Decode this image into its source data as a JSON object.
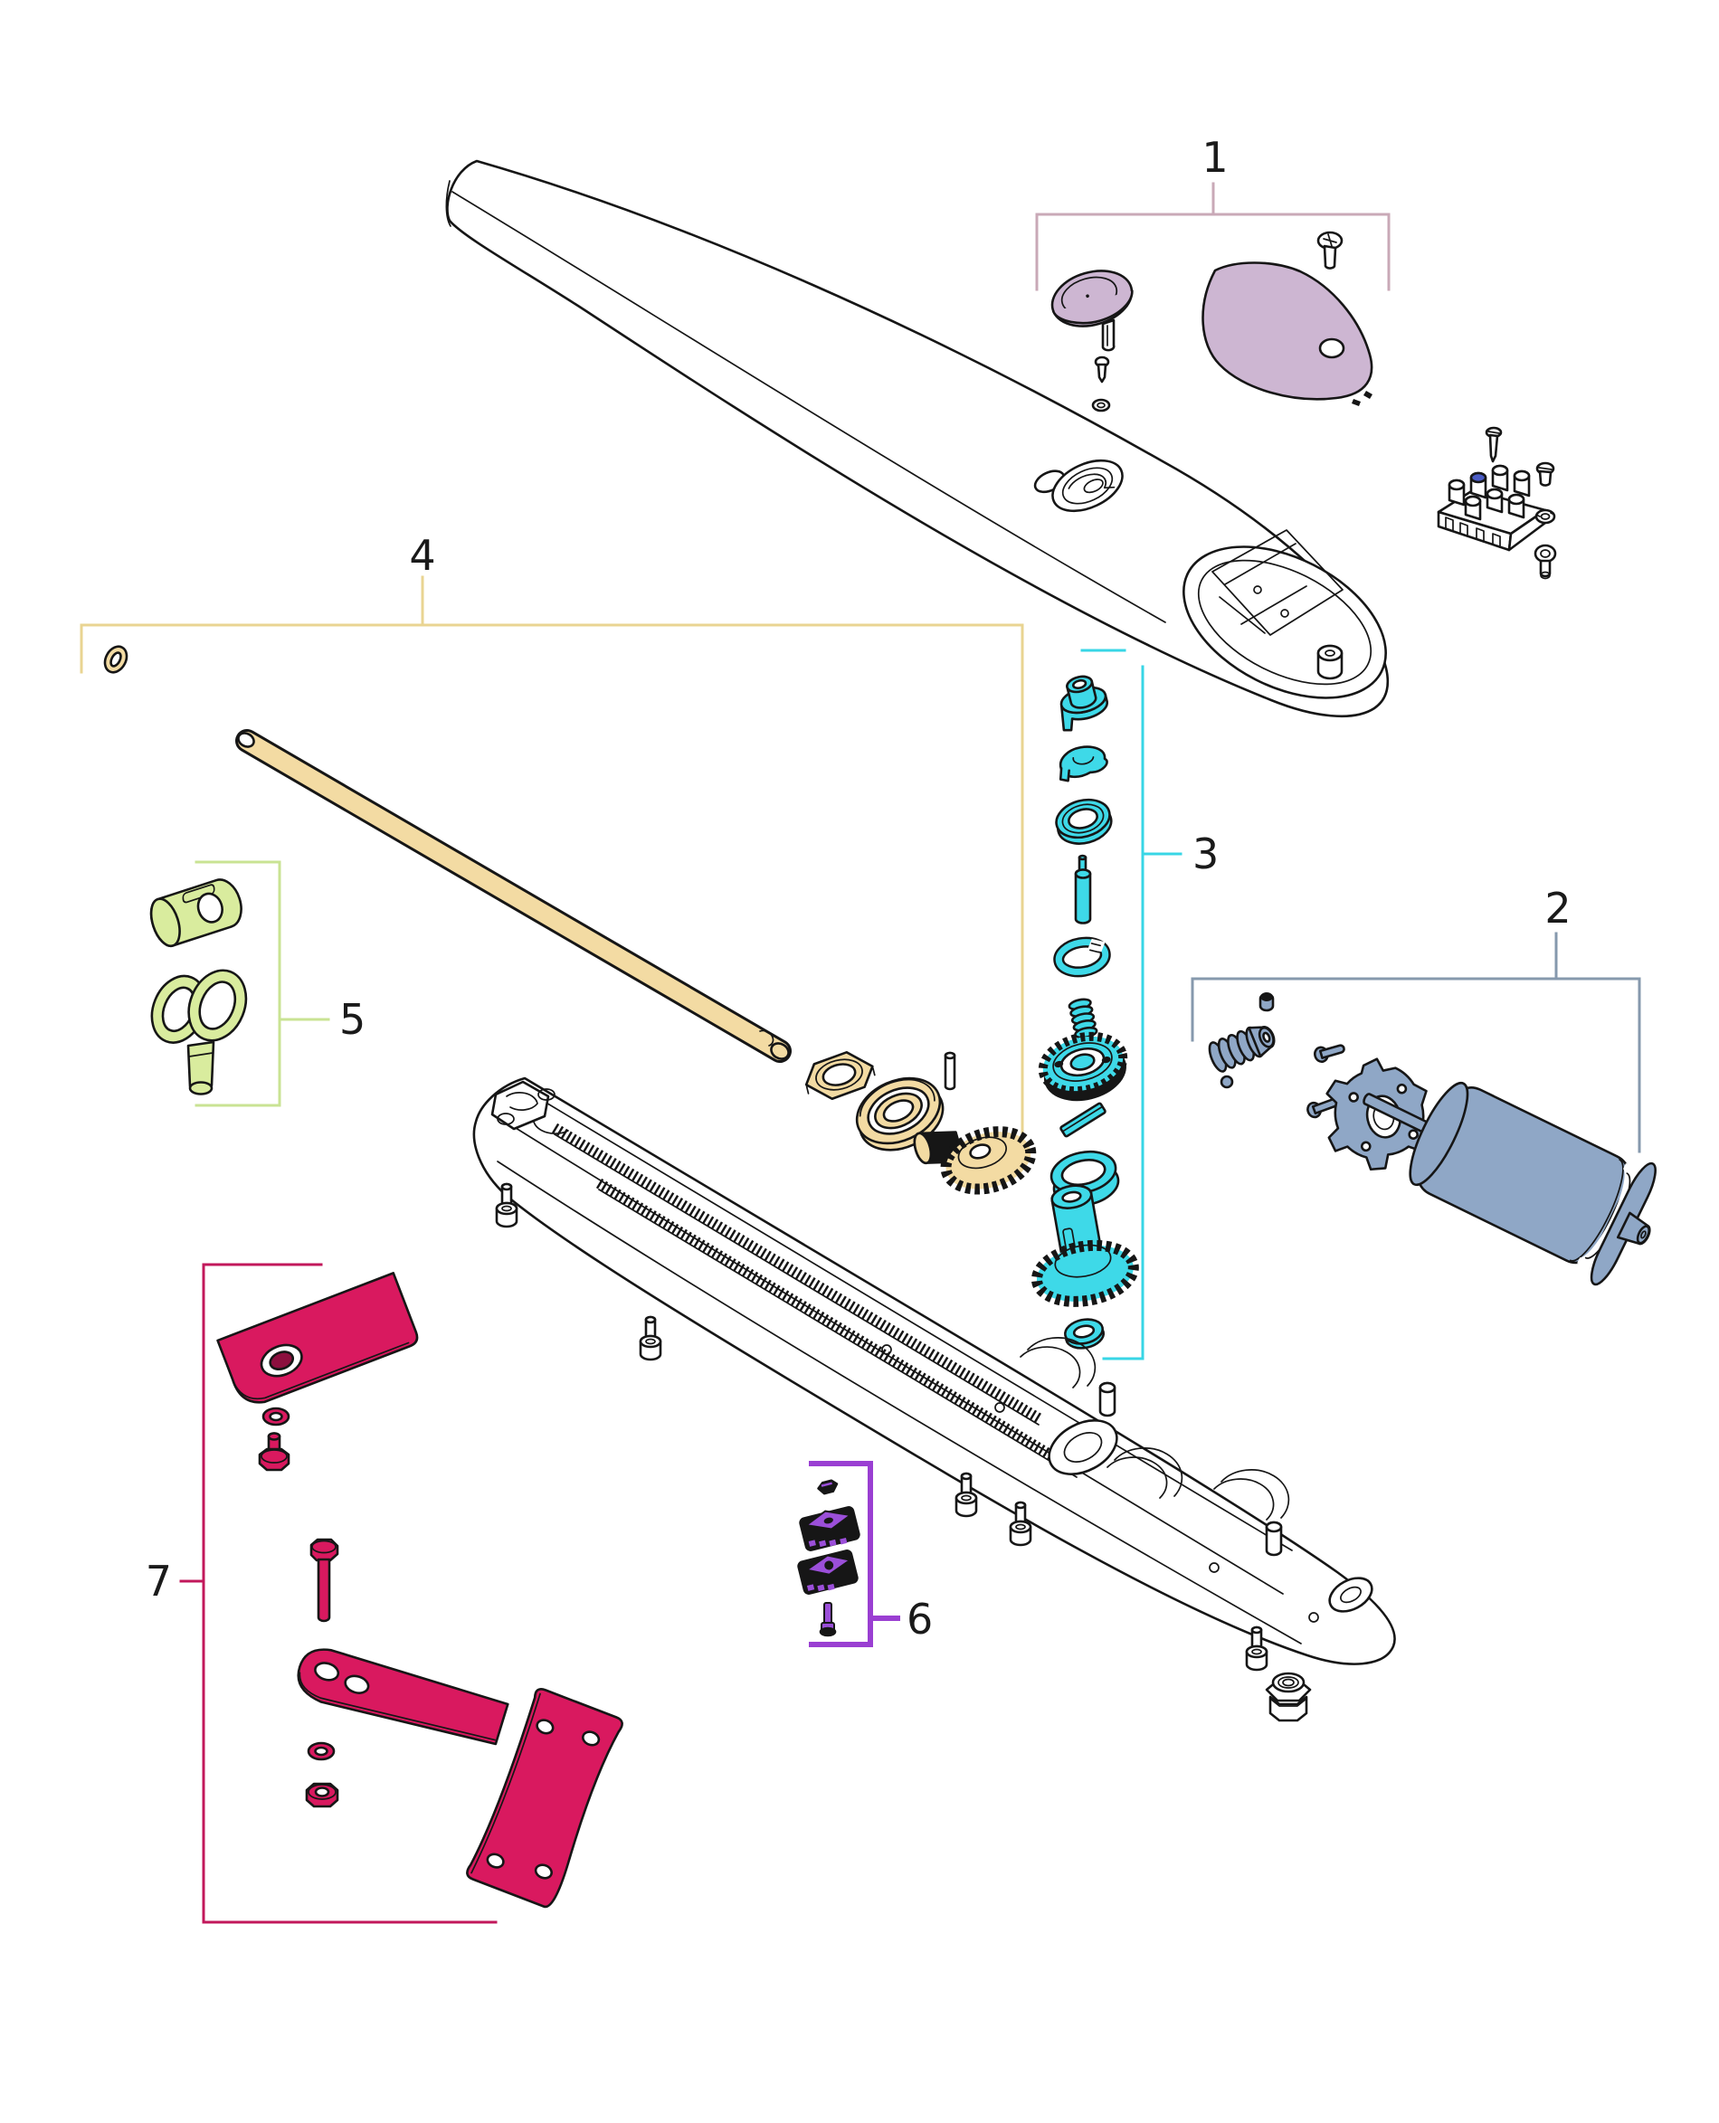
{
  "diagram": {
    "type": "exploded-parts-diagram",
    "subject": "swing-gate-operator-linear-actuator",
    "background": "#ffffff",
    "ink": "#161616",
    "terminal_accent": "#4a5bc4",
    "groups": {
      "g1": {
        "label": "1",
        "fill": "#cdb6d2",
        "bracket": "#c9a9b7",
        "parts": [
          "release-cap",
          "cap-screw",
          "cap-grommet",
          "cover-screw",
          "end-cover"
        ]
      },
      "g2": {
        "label": "2",
        "fill": "#8fa7c6",
        "bracket": "#8699ad",
        "parts": [
          "set-screw",
          "worm-gear",
          "steel-ball",
          "flange-screw-a",
          "flange-screw-b",
          "motor-flange",
          "electric-motor"
        ]
      },
      "g3": {
        "label": "3",
        "fill": "#3ed9e8",
        "bracket": "#38d6e6",
        "parts": [
          "bushing",
          "cam",
          "ball-bearing",
          "shaft-pin",
          "snap-ring",
          "spring",
          "spur-gear",
          "shaft-key",
          "spacer-cup",
          "bevel-gear",
          "seal-ring"
        ]
      },
      "g4": {
        "label": "4",
        "fill": "#f3dba3",
        "bracket": "#e9d492",
        "parts": [
          "o-ring",
          "drive-rod",
          "hex-nut",
          "ball-bearing",
          "pin",
          "bevel-pinion"
        ]
      },
      "g5": {
        "label": "5",
        "fill": "#d9ec9e",
        "bracket": "#c9e393",
        "parts": [
          "release-barrel",
          "release-key"
        ]
      },
      "g6": {
        "label": "6",
        "fill": "#9b4fd9",
        "bracket": "#9a3fd2",
        "parts": [
          "nut",
          "limit-switch-block-a",
          "limit-switch-block-b",
          "screw"
        ]
      },
      "g7": {
        "label": "7",
        "fill": "#d9195f",
        "fill_dark": "#8c0f3e",
        "bracket": "#c2185b",
        "parts": [
          "front-plate",
          "washer-a",
          "hex-bolt",
          "long-hex-bolt",
          "front-arm",
          "washer-b",
          "hex-nut",
          "rear-plate"
        ]
      }
    },
    "uncolored_parts": [
      "upper-housing",
      "base-housing",
      "terminal-block",
      "terminal-screws",
      "socket-screws",
      "cable-gland"
    ]
  }
}
